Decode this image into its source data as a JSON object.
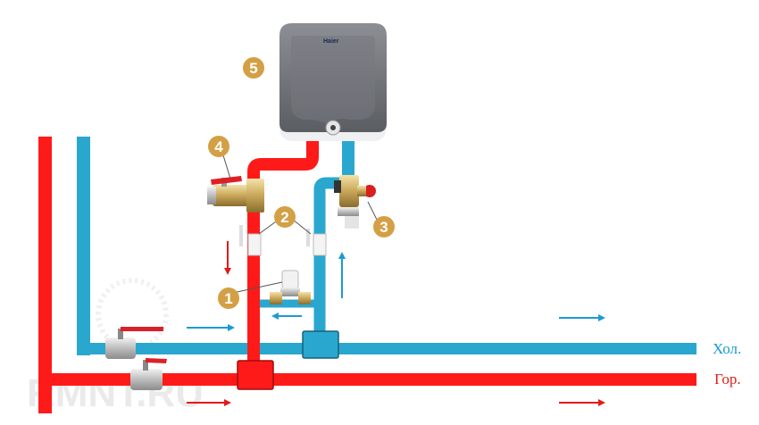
{
  "labels": {
    "cold": "Хол.",
    "hot": "Гор."
  },
  "heater_brand": "Haier",
  "watermark": "RMNT.RU",
  "markers": [
    "1",
    "2",
    "2",
    "3",
    "4",
    "5"
  ],
  "colors": {
    "hot_pipe": "#ff1a1a",
    "cold_pipe": "#2aa7cf",
    "hot_arrow": "#e31b1b",
    "cold_arrow": "#1b9bd1",
    "marker": "#d4a045",
    "cold_label": "#1b9bd1",
    "hot_label": "#e31b1b"
  }
}
